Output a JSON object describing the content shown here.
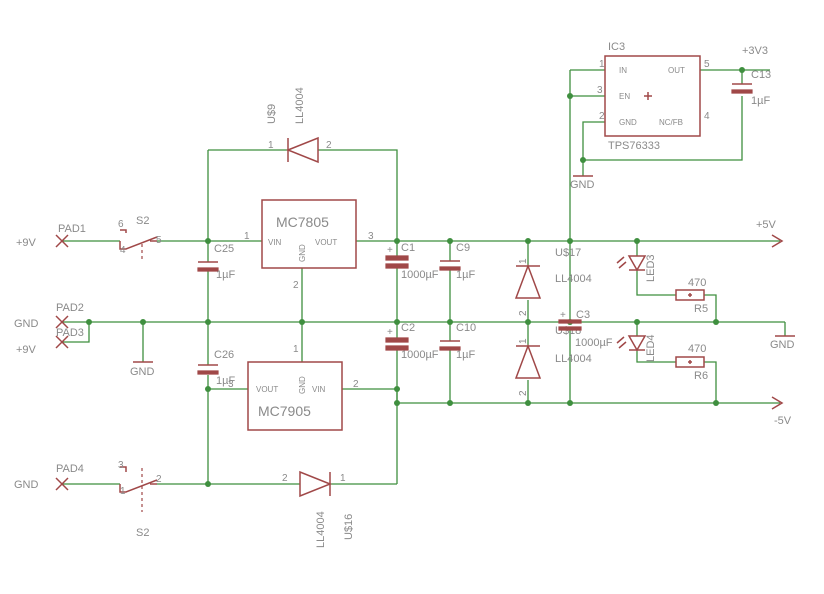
{
  "pads": {
    "pad1": {
      "name": "PAD1",
      "net": "+9V"
    },
    "pad2": {
      "name": "PAD2",
      "net": "GND"
    },
    "pad3": {
      "name": "PAD3",
      "net": "+9V"
    },
    "pad4": {
      "name": "PAD4",
      "net": "GND"
    }
  },
  "switches": {
    "s2_top": {
      "name": "S2",
      "pin_a": "6",
      "pin_b": "4",
      "pin_c": "5"
    },
    "s2_bottom": {
      "name": "S2",
      "pin_a": "3",
      "pin_b": "1",
      "pin_c": "2"
    }
  },
  "regulators": {
    "pos": {
      "name": "MC7805",
      "vin": "VIN",
      "vout": "VOUT",
      "gnd": "GND",
      "pin_in": "1",
      "pin_out": "3",
      "pin_gnd": "2"
    },
    "neg": {
      "name": "MC7905",
      "vin": "VIN",
      "vout": "VOUT",
      "gnd": "GND",
      "pin_in": "2",
      "pin_out": "3",
      "pin_gnd": "1"
    },
    "ldo": {
      "ref": "IC3",
      "name": "TPS76333",
      "in": "IN",
      "en": "EN",
      "gnd": "GND",
      "out": "OUT",
      "ncfb": "NC/FB",
      "pin_in": "1",
      "pin_en": "3",
      "pin_gnd": "2",
      "pin_out": "5",
      "pin_ncfb": "4"
    }
  },
  "diodes": {
    "u9": {
      "name": "U$9",
      "value": "LL4004",
      "pin1": "1",
      "pin2": "2"
    },
    "u16": {
      "name": "U$16",
      "value": "LL4004",
      "pin1": "1",
      "pin2": "2"
    },
    "u17": {
      "name": "U$17",
      "value": "LL4004",
      "pin1": "1",
      "pin2": "2"
    },
    "u18": {
      "name": "U$18",
      "value": "LL4004",
      "pin1": "1",
      "pin2": "2"
    }
  },
  "capacitors": {
    "c25": {
      "name": "C25",
      "value": "1µF"
    },
    "c26": {
      "name": "C26",
      "value": "1µF"
    },
    "c1": {
      "name": "C1",
      "value": "1000µF"
    },
    "c2": {
      "name": "C2",
      "value": "1000µF"
    },
    "c9": {
      "name": "C9",
      "value": "1µF"
    },
    "c10": {
      "name": "C10",
      "value": "1µF"
    },
    "c3": {
      "name": "C3",
      "value": "1000µF"
    },
    "c13": {
      "name": "C13",
      "value": "1µF"
    }
  },
  "leds": {
    "led3": "LED3",
    "led4": "LED4"
  },
  "resistors": {
    "r5": {
      "name": "R5",
      "value": "470"
    },
    "r6": {
      "name": "R6",
      "value": "470"
    }
  },
  "rails": {
    "plus5": "+5V",
    "minus5": "-5V",
    "plus3v3": "+3V3",
    "gnd": "GND"
  },
  "colors": {
    "wire": "#3f8f3f",
    "part": "#a04848",
    "label": "#8a8a8a"
  }
}
